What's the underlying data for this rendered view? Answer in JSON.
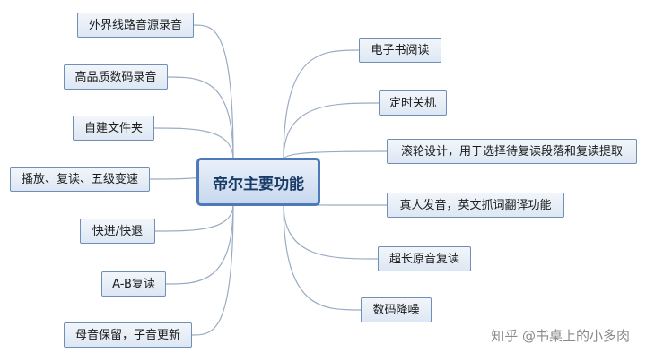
{
  "center": {
    "label": "帝尔主要功能"
  },
  "left_nodes": [
    {
      "label": "外界线路音源录音"
    },
    {
      "label": "高品质数码录音"
    },
    {
      "label": "自建文件夹"
    },
    {
      "label": "播放、复读、五级变速"
    },
    {
      "label": "快进/快退"
    },
    {
      "label": "A-B复读"
    },
    {
      "label": "母音保留，子音更新"
    }
  ],
  "right_nodes": [
    {
      "label": "电子书阅读"
    },
    {
      "label": "定时关机"
    },
    {
      "label": "滚轮设计，用于选择待复读段落和复读提取"
    },
    {
      "label": "真人发音，英文抓词翻译功能"
    },
    {
      "label": "超长原音复读"
    },
    {
      "label": "数码降噪"
    }
  ],
  "watermark": "知乎 @书桌上的小多肉",
  "colors": {
    "line": "#9aacc4",
    "border": "#6f8fb6",
    "center_border": "#4d7ab8"
  }
}
